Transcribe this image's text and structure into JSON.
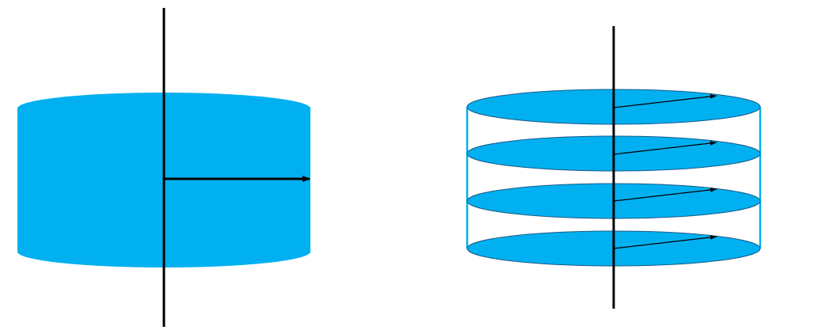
{
  "colors": {
    "background": "#ffffff",
    "fill": "#00b0f0",
    "disk_outline": "#1a5a8a",
    "rim": "#00b0f0",
    "line": "#000000"
  },
  "solid_cylinder": {
    "shape": "solid-cylinder",
    "axis": "vertical-axis-line",
    "radius_arrow": "radius-arrow"
  },
  "stacked_disks": {
    "shape": "stack-of-thin-disks",
    "disk_count": 4,
    "axis": "vertical-axis-line",
    "radius_arrows": "one-arrow-per-disk"
  }
}
